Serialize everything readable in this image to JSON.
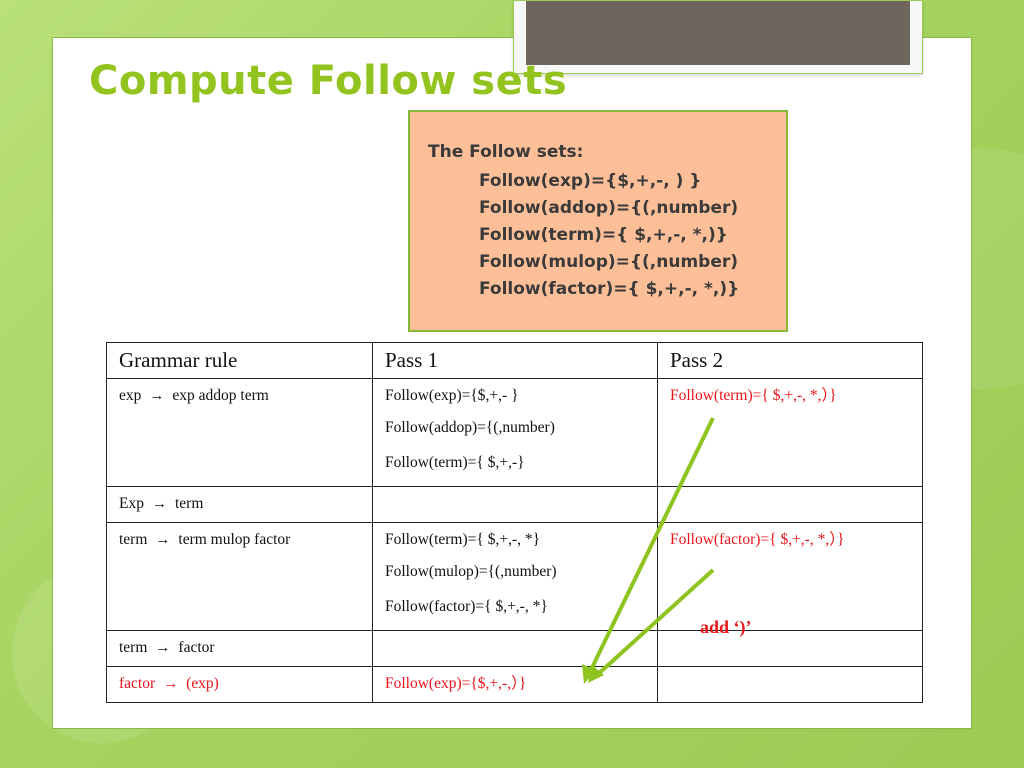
{
  "title": "Compute Follow sets",
  "callout": {
    "heading": "The Follow sets:",
    "lines": [
      "Follow(exp)={$,+,-, ) }",
      "Follow(addop)={(,number)",
      "Follow(term)={ $,+,-, *,)}",
      "Follow(mulop)={(,number)",
      "Follow(factor)={ $,+,-, *,)}"
    ]
  },
  "table": {
    "headers": [
      "Grammar rule",
      "Pass 1",
      "Pass 2"
    ],
    "arrow_symbol": "→",
    "rows": [
      {
        "rule_lhs": "exp",
        "rule_rhs": "exp addop term",
        "rule_red": false,
        "pass1": [
          "Follow(exp)={$,+,- }",
          "Follow(addop)={(,number)",
          "Follow(term)={ $,+,-}"
        ],
        "pass1_red": false,
        "pass2": [
          "Follow(term)={ $,+,-, *,）}"
        ],
        "pass2_red": true
      },
      {
        "rule_lhs": "Exp",
        "rule_rhs": "term",
        "rule_red": false,
        "pass1": [],
        "pass1_red": false,
        "pass2": [],
        "pass2_red": false
      },
      {
        "rule_lhs": "term",
        "rule_rhs": "term mulop factor",
        "rule_red": false,
        "pass1": [
          "Follow(term)={ $,+,-, *}",
          "Follow(mulop)={(,number)",
          "Follow(factor)={ $,+,-, *}"
        ],
        "pass1_red": false,
        "pass2": [
          "Follow(factor)={ $,+,-, *,）}"
        ],
        "pass2_red": true
      },
      {
        "rule_lhs": "term",
        "rule_rhs": "factor",
        "rule_red": false,
        "pass1": [],
        "pass1_red": false,
        "pass2": [],
        "pass2_red": false
      },
      {
        "rule_lhs": "factor",
        "rule_rhs": "(exp)",
        "rule_red": true,
        "pass1": [
          "Follow(exp)={$,+,-,）}"
        ],
        "pass1_red": true,
        "pass2": [],
        "pass2_red": false
      }
    ]
  },
  "annotation": "add ‘)’",
  "colors": {
    "title_green": "#93c31e",
    "callout_fill": "#fdbf98",
    "highlight_red": "#e8141a",
    "arrow_green": "#8fc31f"
  }
}
